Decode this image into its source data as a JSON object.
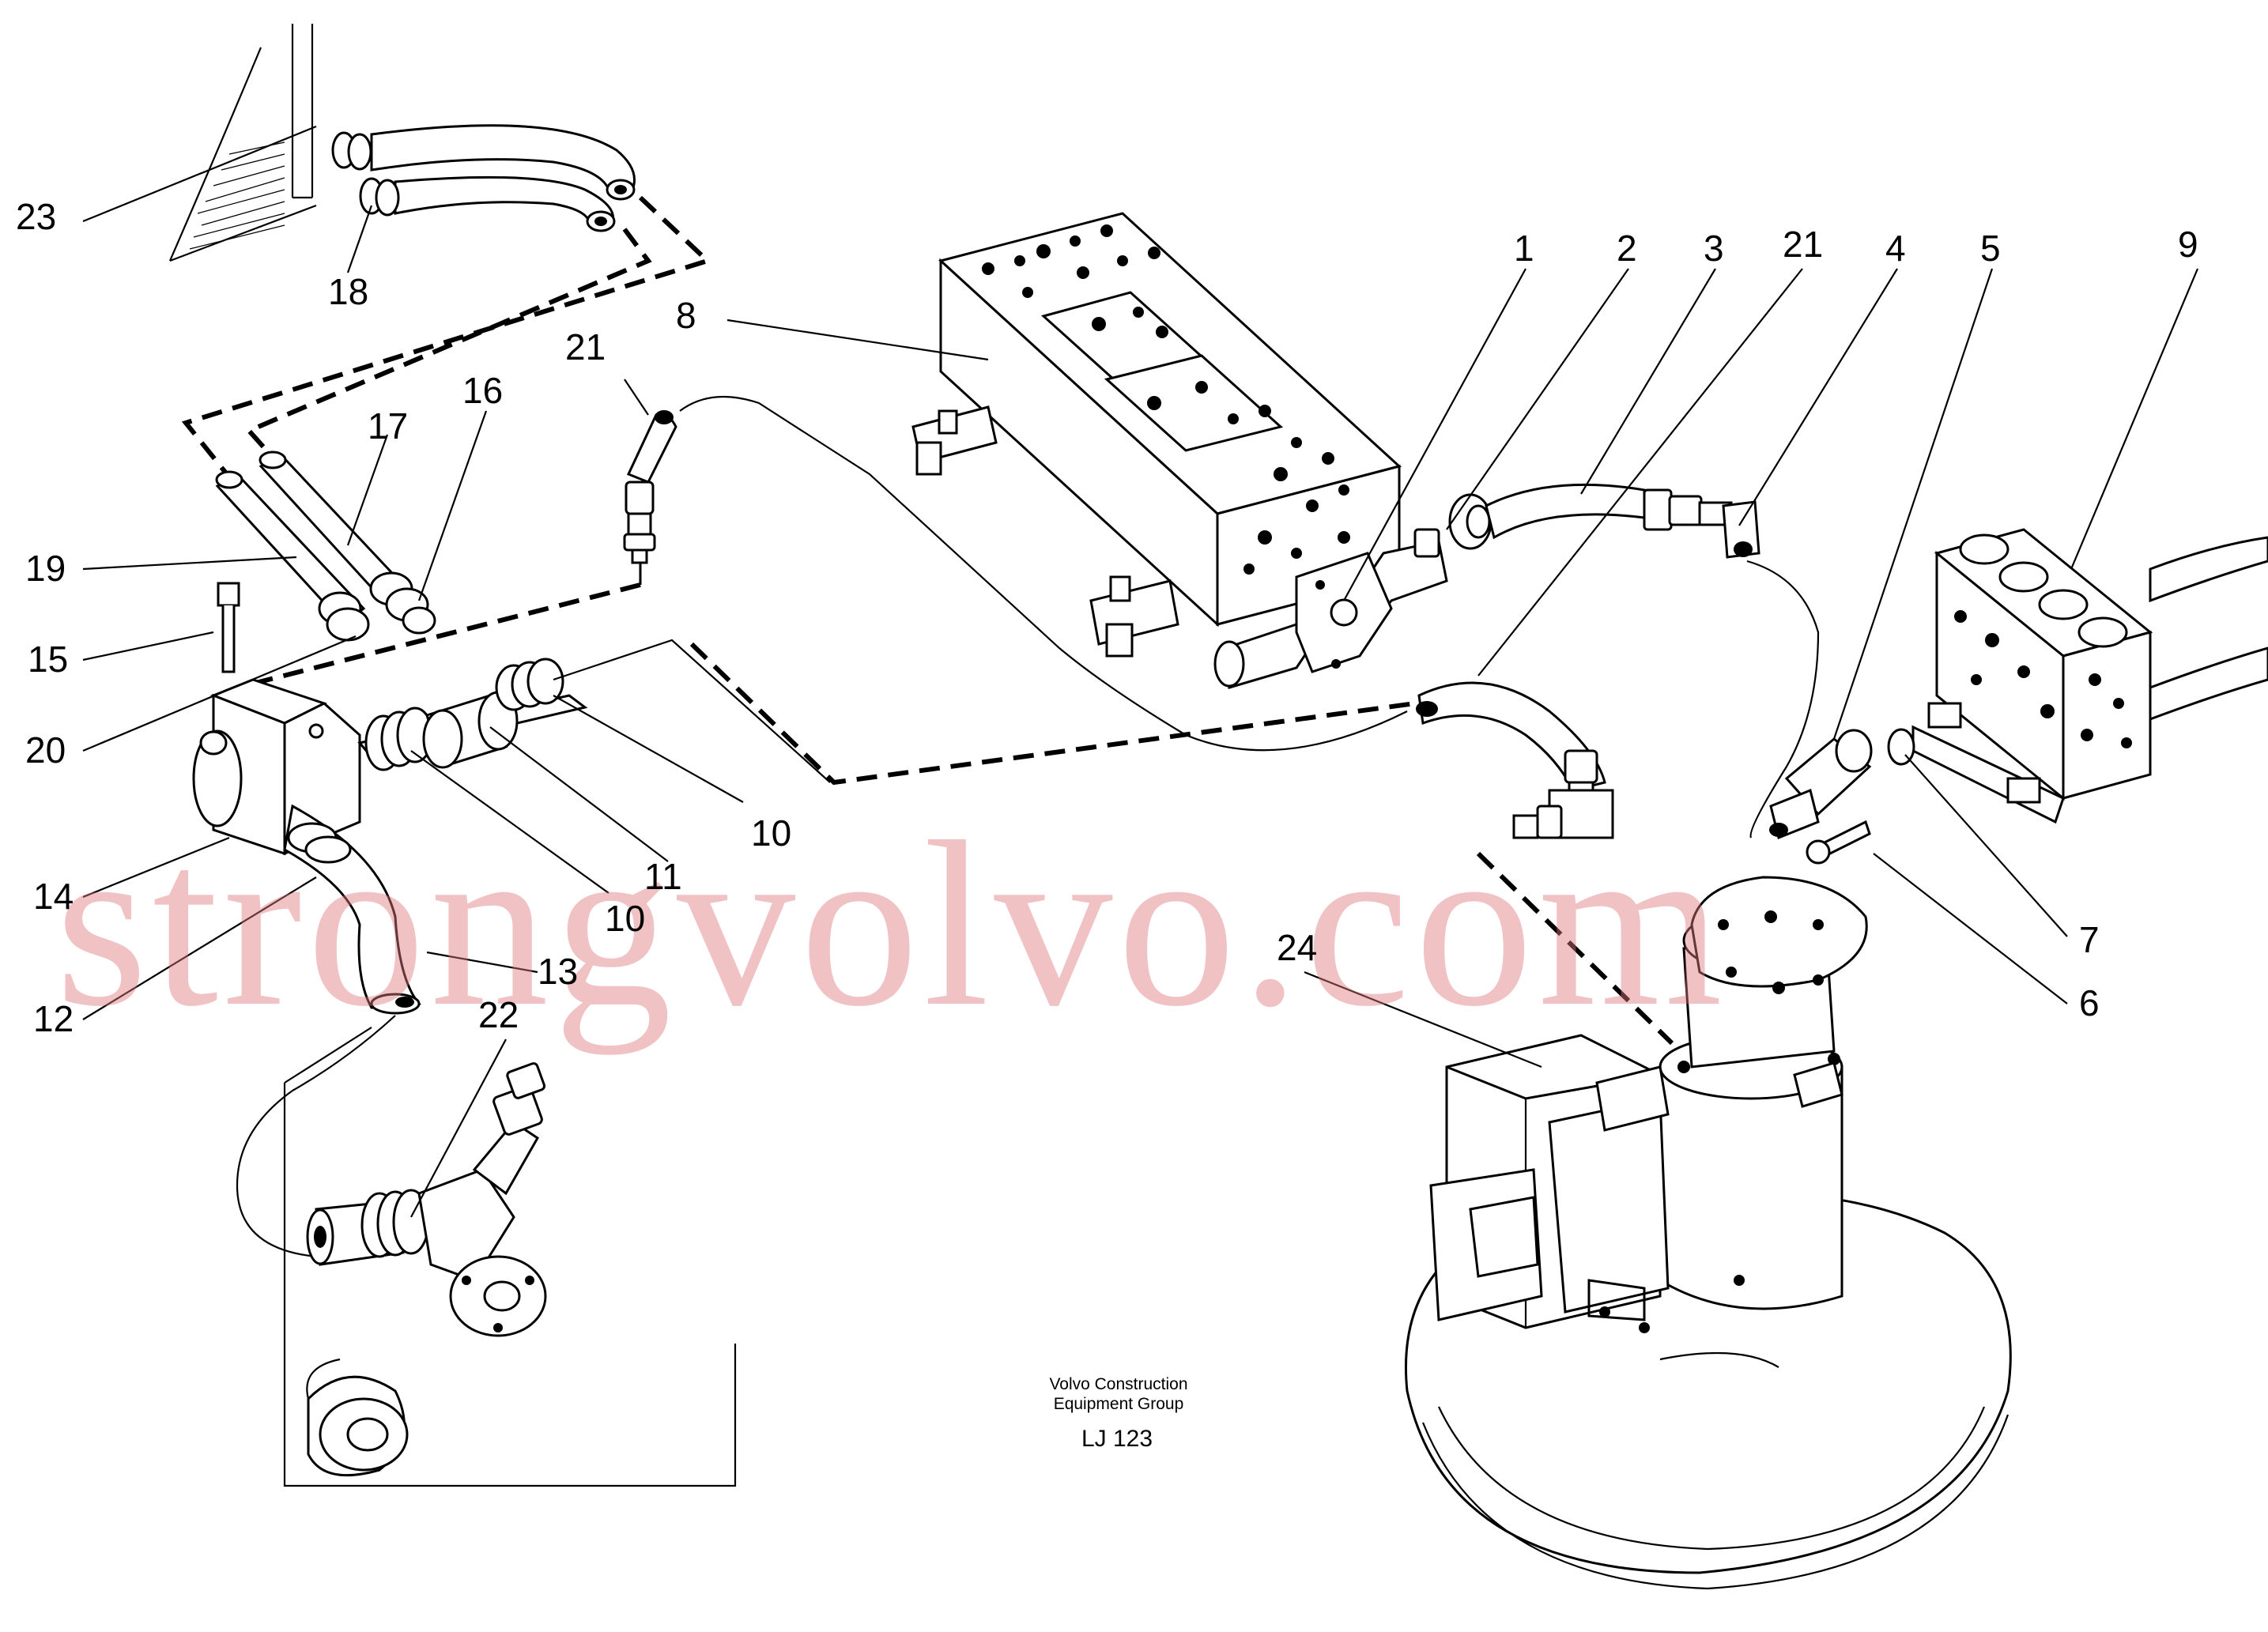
{
  "callouts": [
    {
      "id": "23",
      "text": "23"
    },
    {
      "id": "18",
      "text": "18"
    },
    {
      "id": "8",
      "text": "8"
    },
    {
      "id": "1",
      "text": "1"
    },
    {
      "id": "2",
      "text": "2"
    },
    {
      "id": "3",
      "text": "3"
    },
    {
      "id": "21a",
      "text": "21"
    },
    {
      "id": "4",
      "text": "4"
    },
    {
      "id": "5",
      "text": "5"
    },
    {
      "id": "9",
      "text": "9"
    },
    {
      "id": "21b",
      "text": "21"
    },
    {
      "id": "17",
      "text": "17"
    },
    {
      "id": "16",
      "text": "16"
    },
    {
      "id": "19",
      "text": "19"
    },
    {
      "id": "15",
      "text": "15"
    },
    {
      "id": "20",
      "text": "20"
    },
    {
      "id": "10a",
      "text": "10"
    },
    {
      "id": "11",
      "text": "11"
    },
    {
      "id": "10b",
      "text": "10"
    },
    {
      "id": "14",
      "text": "14"
    },
    {
      "id": "13",
      "text": "13"
    },
    {
      "id": "12",
      "text": "12"
    },
    {
      "id": "22",
      "text": "22"
    },
    {
      "id": "24",
      "text": "24"
    },
    {
      "id": "7",
      "text": "7"
    },
    {
      "id": "6",
      "text": "6"
    }
  ],
  "caption": {
    "line1": "Volvo Construction",
    "line2": "Equipment Group",
    "code": "LJ 123"
  },
  "watermark": "strongvolvo.com"
}
